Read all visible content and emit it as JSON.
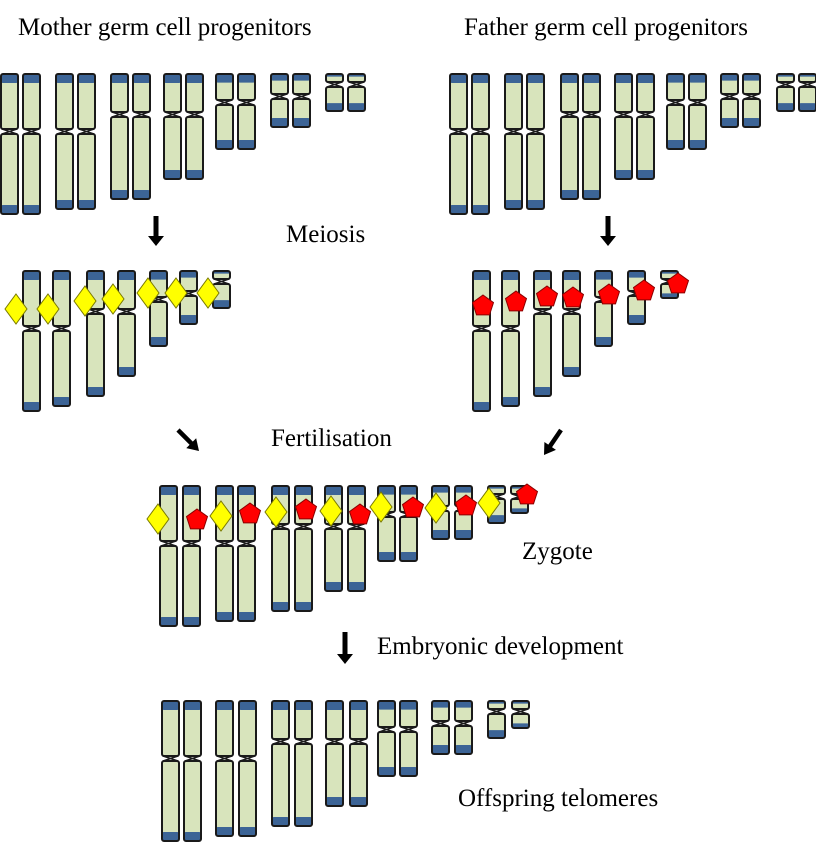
{
  "labels": {
    "mother": "Mother germ cell progenitors",
    "father": "Father germ cell progenitors",
    "meiosis": "Meiosis",
    "fertilisation": "Fertilisation",
    "zygote": "Zygote",
    "embryonic": "Embryonic  development",
    "offspring": "Offspring  telomeres"
  },
  "colors": {
    "chromosome_body": "#d8e4bc",
    "telomere": "#3c6496",
    "outline": "#1a1a1a",
    "maternal_marker": "#ffff00",
    "paternal_marker": "#ff0000",
    "arrow": "#000000"
  },
  "markers": {
    "maternal": "yellow-diamond",
    "paternal": "red-pentagon"
  }
}
